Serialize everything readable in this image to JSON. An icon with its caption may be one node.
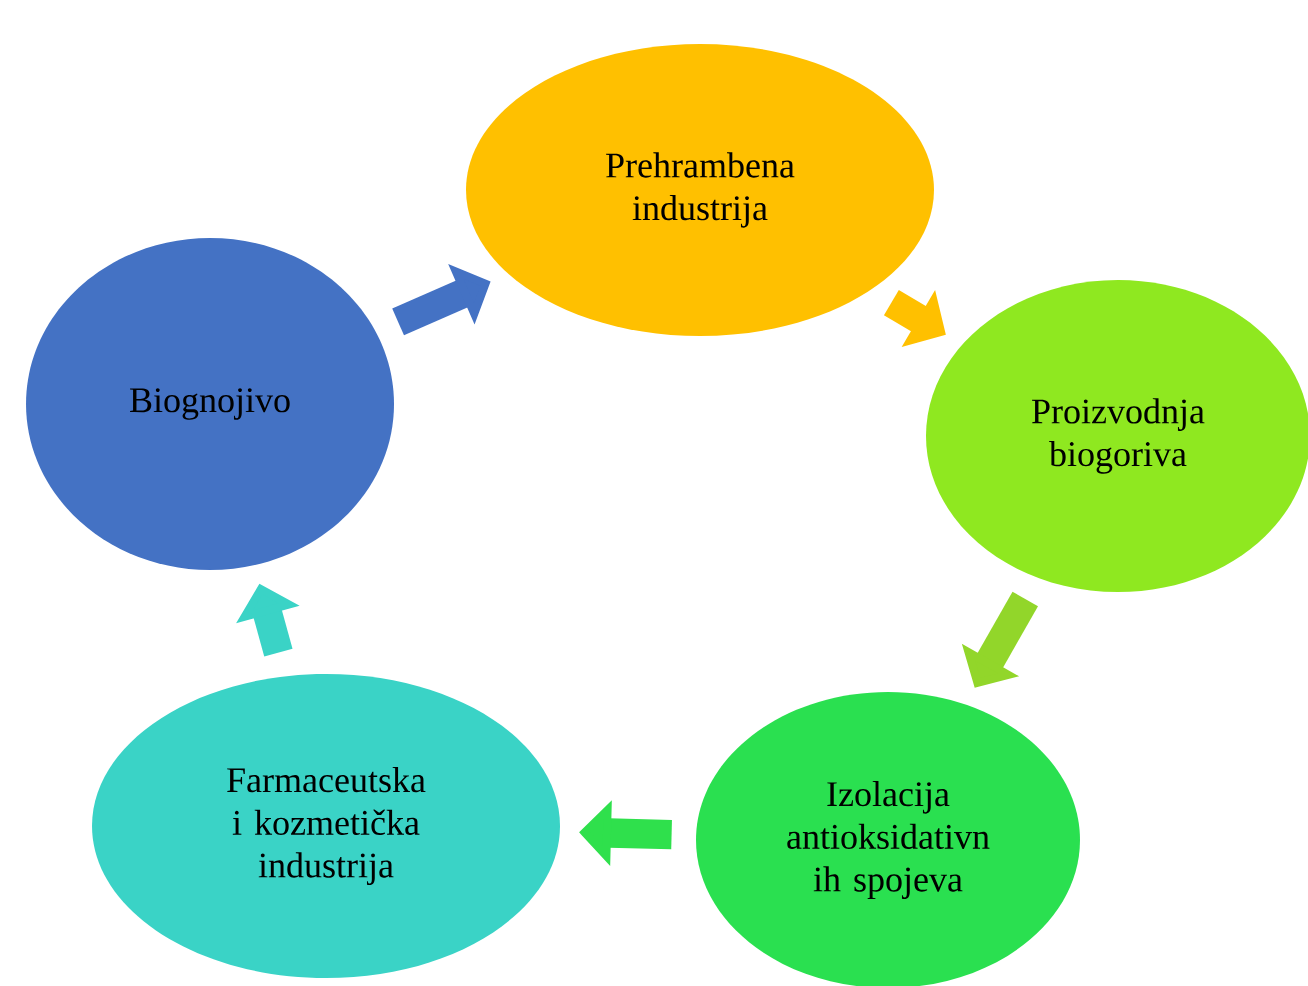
{
  "diagram": {
    "nodes": [
      {
        "text": [
          "Prehrambena industrija"
        ]
      },
      {
        "text": [
          "Proizvodnja biogoriva"
        ]
      },
      {
        "text": [
          "Izolacija antioksidativn ih spojeva"
        ]
      },
      {
        "text": [
          "Farmaceutska i kozmetička industrija"
        ]
      },
      {
        "text": [
          "Biognojivo"
        ]
      }
    ],
    "edges": [
      {
        "from": 4,
        "to": 0,
        "arrow": "to",
        "color": "#4472c4"
      },
      {
        "from": 0,
        "to": 1,
        "arrow": "to",
        "color": "#ffc000"
      },
      {
        "from": 1,
        "to": 2,
        "arrow": "to",
        "color": "#92d62a"
      },
      {
        "from": 2,
        "to": 3,
        "arrow": "to",
        "color": "#2fe04c"
      },
      {
        "from": 3,
        "to": 4,
        "arrow": "to",
        "color": "#3ad3c6"
      }
    ]
  }
}
